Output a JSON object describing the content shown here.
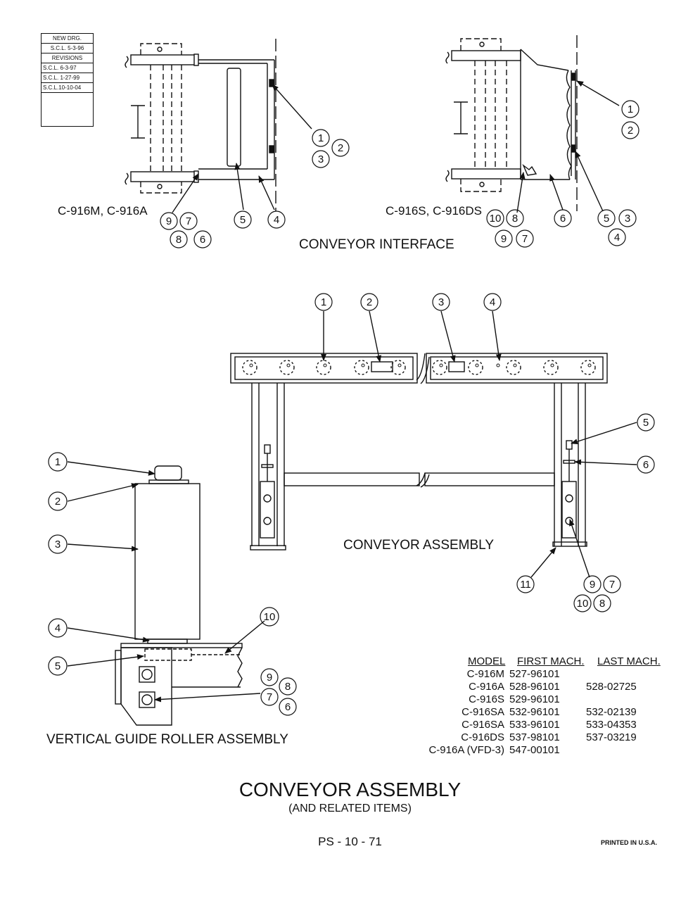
{
  "revision_block": {
    "new_drawing": "NEW DRG.",
    "new_drawing_date": "S.C.L.  5-3-96",
    "revisions_label": "REVISIONS",
    "revisions": [
      "S.C.L.  6-3-97",
      "S.C.L.  1-27-99",
      "S.C.L.10-10-04"
    ]
  },
  "interface": {
    "left_models": "C-916M, C-916A",
    "right_models": "C-916S, C-916DS",
    "caption": "CONVEYOR INTERFACE",
    "left_callouts": [
      "1",
      "2",
      "3",
      "9",
      "7",
      "8",
      "6",
      "5",
      "4"
    ],
    "right_callouts": [
      "1",
      "2",
      "10",
      "8",
      "9",
      "7",
      "6",
      "5",
      "3",
      "4"
    ]
  },
  "conveyor_assembly": {
    "caption": "CONVEYOR ASSEMBLY",
    "callouts": [
      "1",
      "2",
      "3",
      "4",
      "5",
      "6",
      "11",
      "9",
      "7",
      "10",
      "8"
    ]
  },
  "vertical_guide_roller": {
    "caption": "VERTICAL GUIDE ROLLER ASSEMBLY",
    "callouts": [
      "1",
      "2",
      "3",
      "4",
      "5",
      "10",
      "9",
      "8",
      "7",
      "6"
    ]
  },
  "model_table": {
    "headers": [
      "MODEL",
      "FIRST MACH.",
      "LAST MACH."
    ],
    "rows": [
      [
        "C-916M",
        "527-96101",
        ""
      ],
      [
        "C-916A",
        "528-96101",
        "528-02725"
      ],
      [
        "C-916S",
        "529-96101",
        ""
      ],
      [
        "C-916SA",
        "532-96101",
        "532-02139"
      ],
      [
        "C-916SA",
        "533-96101",
        "533-04353"
      ],
      [
        "C-916DS",
        "537-98101",
        "537-03219"
      ],
      [
        "C-916A (VFD-3)",
        "547-00101",
        ""
      ]
    ]
  },
  "footer": {
    "title": "CONVEYOR ASSEMBLY",
    "subtitle": "(AND RELATED ITEMS)",
    "page_number": "PS - 10 - 71",
    "printed": "PRINTED IN U.S.A."
  }
}
